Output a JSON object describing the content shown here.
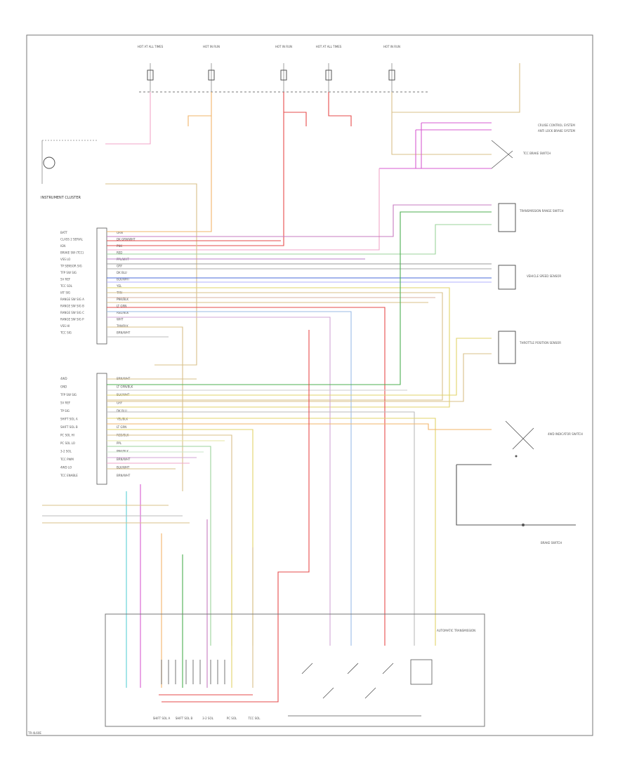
{
  "diagram": {
    "instrument_cluster_label": "INSTRUMENT CLUSTER",
    "pcm_left_pins": [
      "BATT",
      "CLASS 2 SERIAL",
      "IGN",
      "BRAKE SW (TCC)",
      "VSS LO",
      "TP SENSOR SIG",
      "TFP SW SIG",
      "5V REF",
      "TCC SOL",
      "IAT SIG",
      "RANGE SW SIG A",
      "RANGE SW SIG B",
      "RANGE SW SIG C",
      "RANGE SW SIG P",
      "VSS HI",
      "TCC SIG"
    ],
    "pcm_left_pins_2": [
      "4WD",
      "GND",
      "TFP SW SIG",
      "5V REF",
      "TP SIG",
      "SHIFT SOL A",
      "SHIFT SOL B",
      "PC SOL HI",
      "PC SOL LO",
      "3-2 SOL",
      "TCC PWM",
      "4WD LO",
      "TCC ENABLE"
    ],
    "wire_colors_left": [
      "ORN",
      "DK GRN/WHT",
      "PNK",
      "RED",
      "PPL/WHT",
      "GRY",
      "DK BLU",
      "BLK/WHT",
      "YEL",
      "TAN",
      "PNK/BLK",
      "LT GRN",
      "RED/BLK",
      "WHT",
      "TAN/BLK",
      "BRN/WHT"
    ],
    "wire_colors_left_2": [
      "BRN/WHT",
      "LT GRN/BLK",
      "BLK/WHT",
      "GRY",
      "DK BLU",
      "YEL/BLK",
      "LT GRN",
      "RED/BLK",
      "PPL",
      "PNK/BLK",
      "BRN/WHT",
      "BLK/WHT",
      "BRN/WHT"
    ],
    "right_components": [
      "CRUISE CONTROL SYSTEM",
      "ANTI LOCK BRAKE SYSTEM",
      "TCC BRAKE SWITCH",
      "TRANSMISSION RANGE SWITCH",
      "VEHICLE SPEED SENSOR",
      "THROTTLE POSITION SENSOR",
      "4WD INDICATOR SWITCH",
      "BRAKE SWITCH"
    ],
    "bottom_labels": [
      "SHIFT SOL A",
      "SHIFT SOL B",
      "3-2 SOL",
      "PC SOL",
      "TCC SOL"
    ],
    "fuse_row_labels": [
      "HOT AT ALL TIMES",
      "HOT IN RUN",
      "HOT IN RUN",
      "HOT AT ALL TIMES",
      "HOT IN RUN"
    ],
    "transmission_label": "AUTOMATIC TRANSMISSION",
    "footer_code": "TR-4L60E"
  }
}
